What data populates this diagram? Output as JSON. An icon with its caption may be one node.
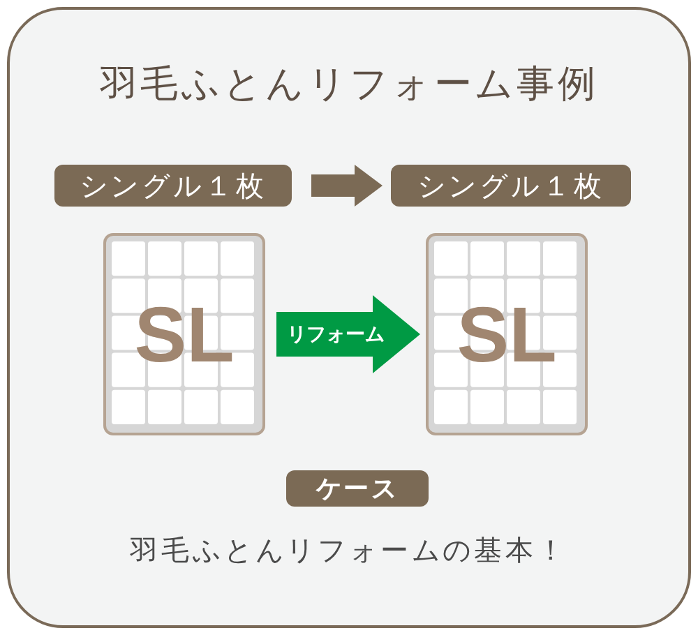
{
  "diagram": {
    "nodes": [
      {
        "text": [
          "羽毛ふとんリフォーム事例",
          "羽毛ふとんリフォームの基本！"
        ]
      },
      {
        "text": [
          "シングル１枚"
        ],
        "in": 0
      },
      {
        "text": [
          "シングル１枚"
        ],
        "in": 0
      },
      {
        "text": [
          "SL"
        ],
        "in": 0
      },
      {
        "text": [
          "SL"
        ],
        "in": 0
      },
      {
        "text": [
          "ケース"
        ],
        "in": 0
      }
    ],
    "edges": [
      {
        "from": 1,
        "to": 2,
        "arrow": "to"
      },
      {
        "from": 3,
        "to": 4,
        "arrow": "to",
        "label": "リフォーム",
        "style": "thick",
        "color": "#009a44"
      }
    ]
  }
}
